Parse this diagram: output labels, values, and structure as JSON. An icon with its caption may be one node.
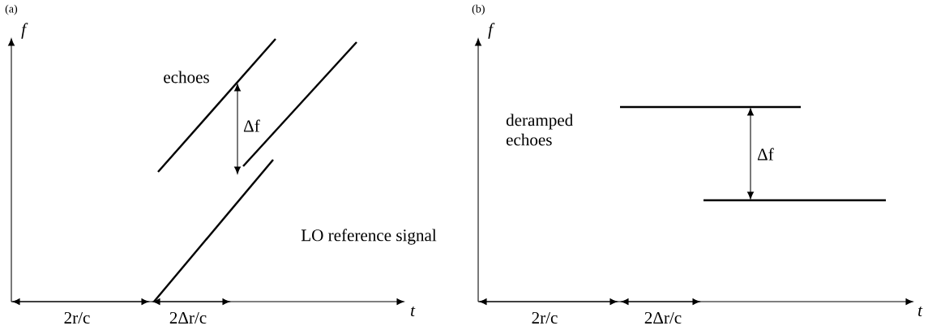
{
  "diagram": {
    "labels": [
      "(a)",
      "f",
      "echoes",
      "Δf",
      "LO reference signal",
      "2r/c",
      "2Δr/c",
      "t",
      "(b)",
      "f",
      "deramped echoes",
      "Δf",
      "2r/c",
      "2Δr/c",
      "t"
    ]
  }
}
